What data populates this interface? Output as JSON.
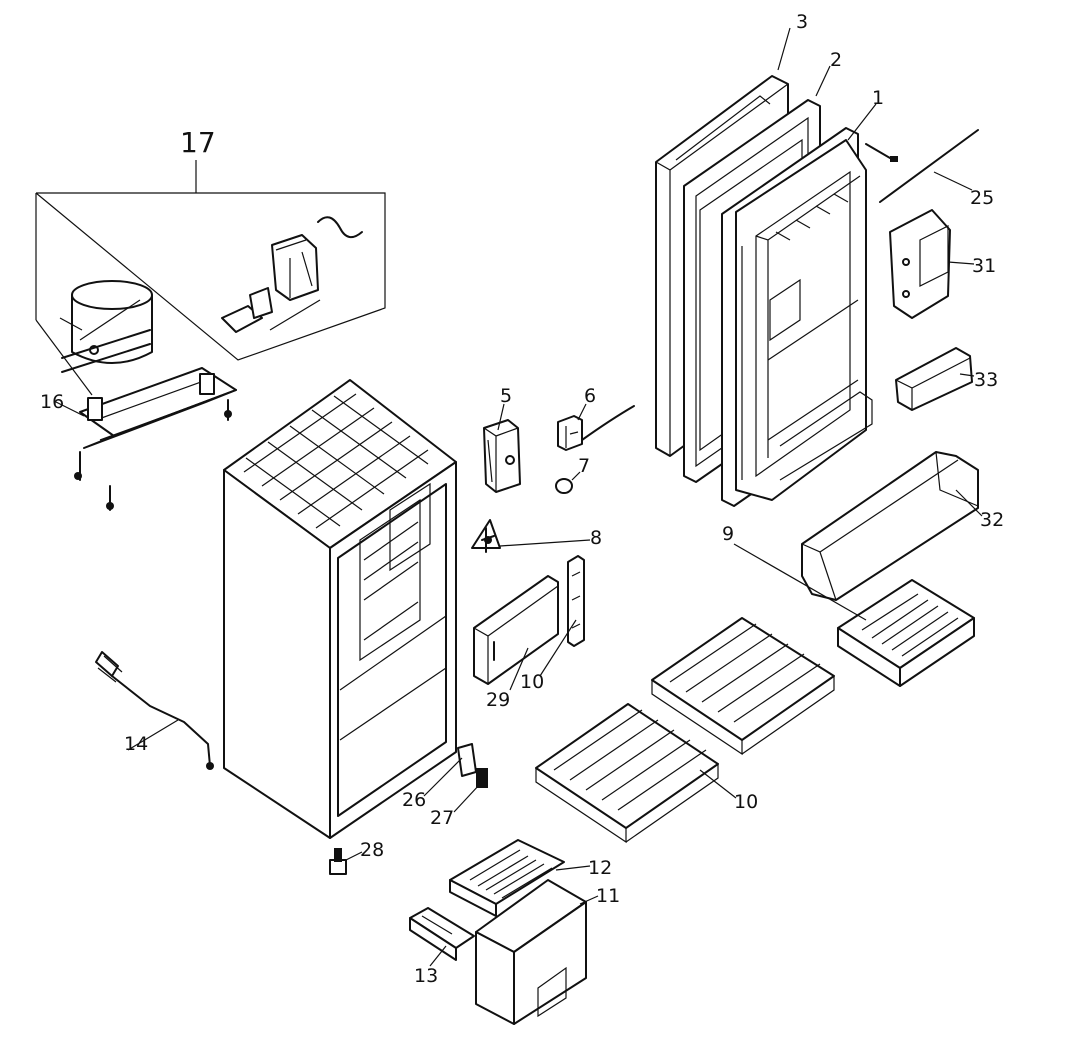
{
  "diagram": {
    "labels": {
      "p1": "1",
      "p2": "2",
      "p3": "3",
      "p5": "5",
      "p6": "6",
      "p7": "7",
      "p8": "8",
      "p9": "9",
      "p10a": "10",
      "p10b": "10",
      "p11": "11",
      "p12": "12",
      "p13": "13",
      "p14": "14",
      "p16": "16",
      "p17": "17",
      "p25": "25",
      "p26": "26",
      "p27": "27",
      "p28": "28",
      "p29": "29",
      "p31": "31",
      "p32": "32",
      "p33": "33"
    }
  }
}
